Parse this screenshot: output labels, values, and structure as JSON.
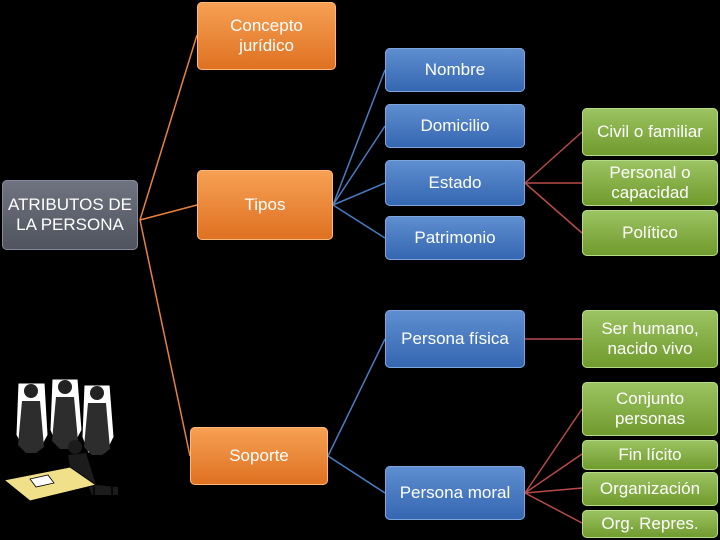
{
  "root": {
    "label": "ATRIBUTOS DE\nLA PERSONA"
  },
  "level1": {
    "concepto": "Concepto\njurídico",
    "tipos": "Tipos",
    "soporte": "Soporte"
  },
  "level2": {
    "nombre": "Nombre",
    "domicilio": "Domicilio",
    "estado": "Estado",
    "patrimonio": "Patrimonio",
    "persona_fisica": "Persona física",
    "persona_moral": "Persona moral"
  },
  "level3": {
    "civil": "Civil o familiar",
    "personal": "Personal o\ncapacidad",
    "politico": "Político",
    "ser_humano": "Ser humano,\nnacido vivo",
    "conjunto": "Conjunto\npersonas",
    "fin_licito": "Fin lícito",
    "organizacion": "Organización",
    "org_repres": "Org. Repres."
  },
  "colors": {
    "root": "#5c606b",
    "level1": "#e8823a",
    "level2": "#4a7cc4",
    "level3": "#86b04a",
    "connector_orange": "#e8823a",
    "connector_blue": "#4a7cc4",
    "connector_red": "#b84a4a"
  },
  "decorations": {
    "clipart": "business-meeting-clipart"
  }
}
